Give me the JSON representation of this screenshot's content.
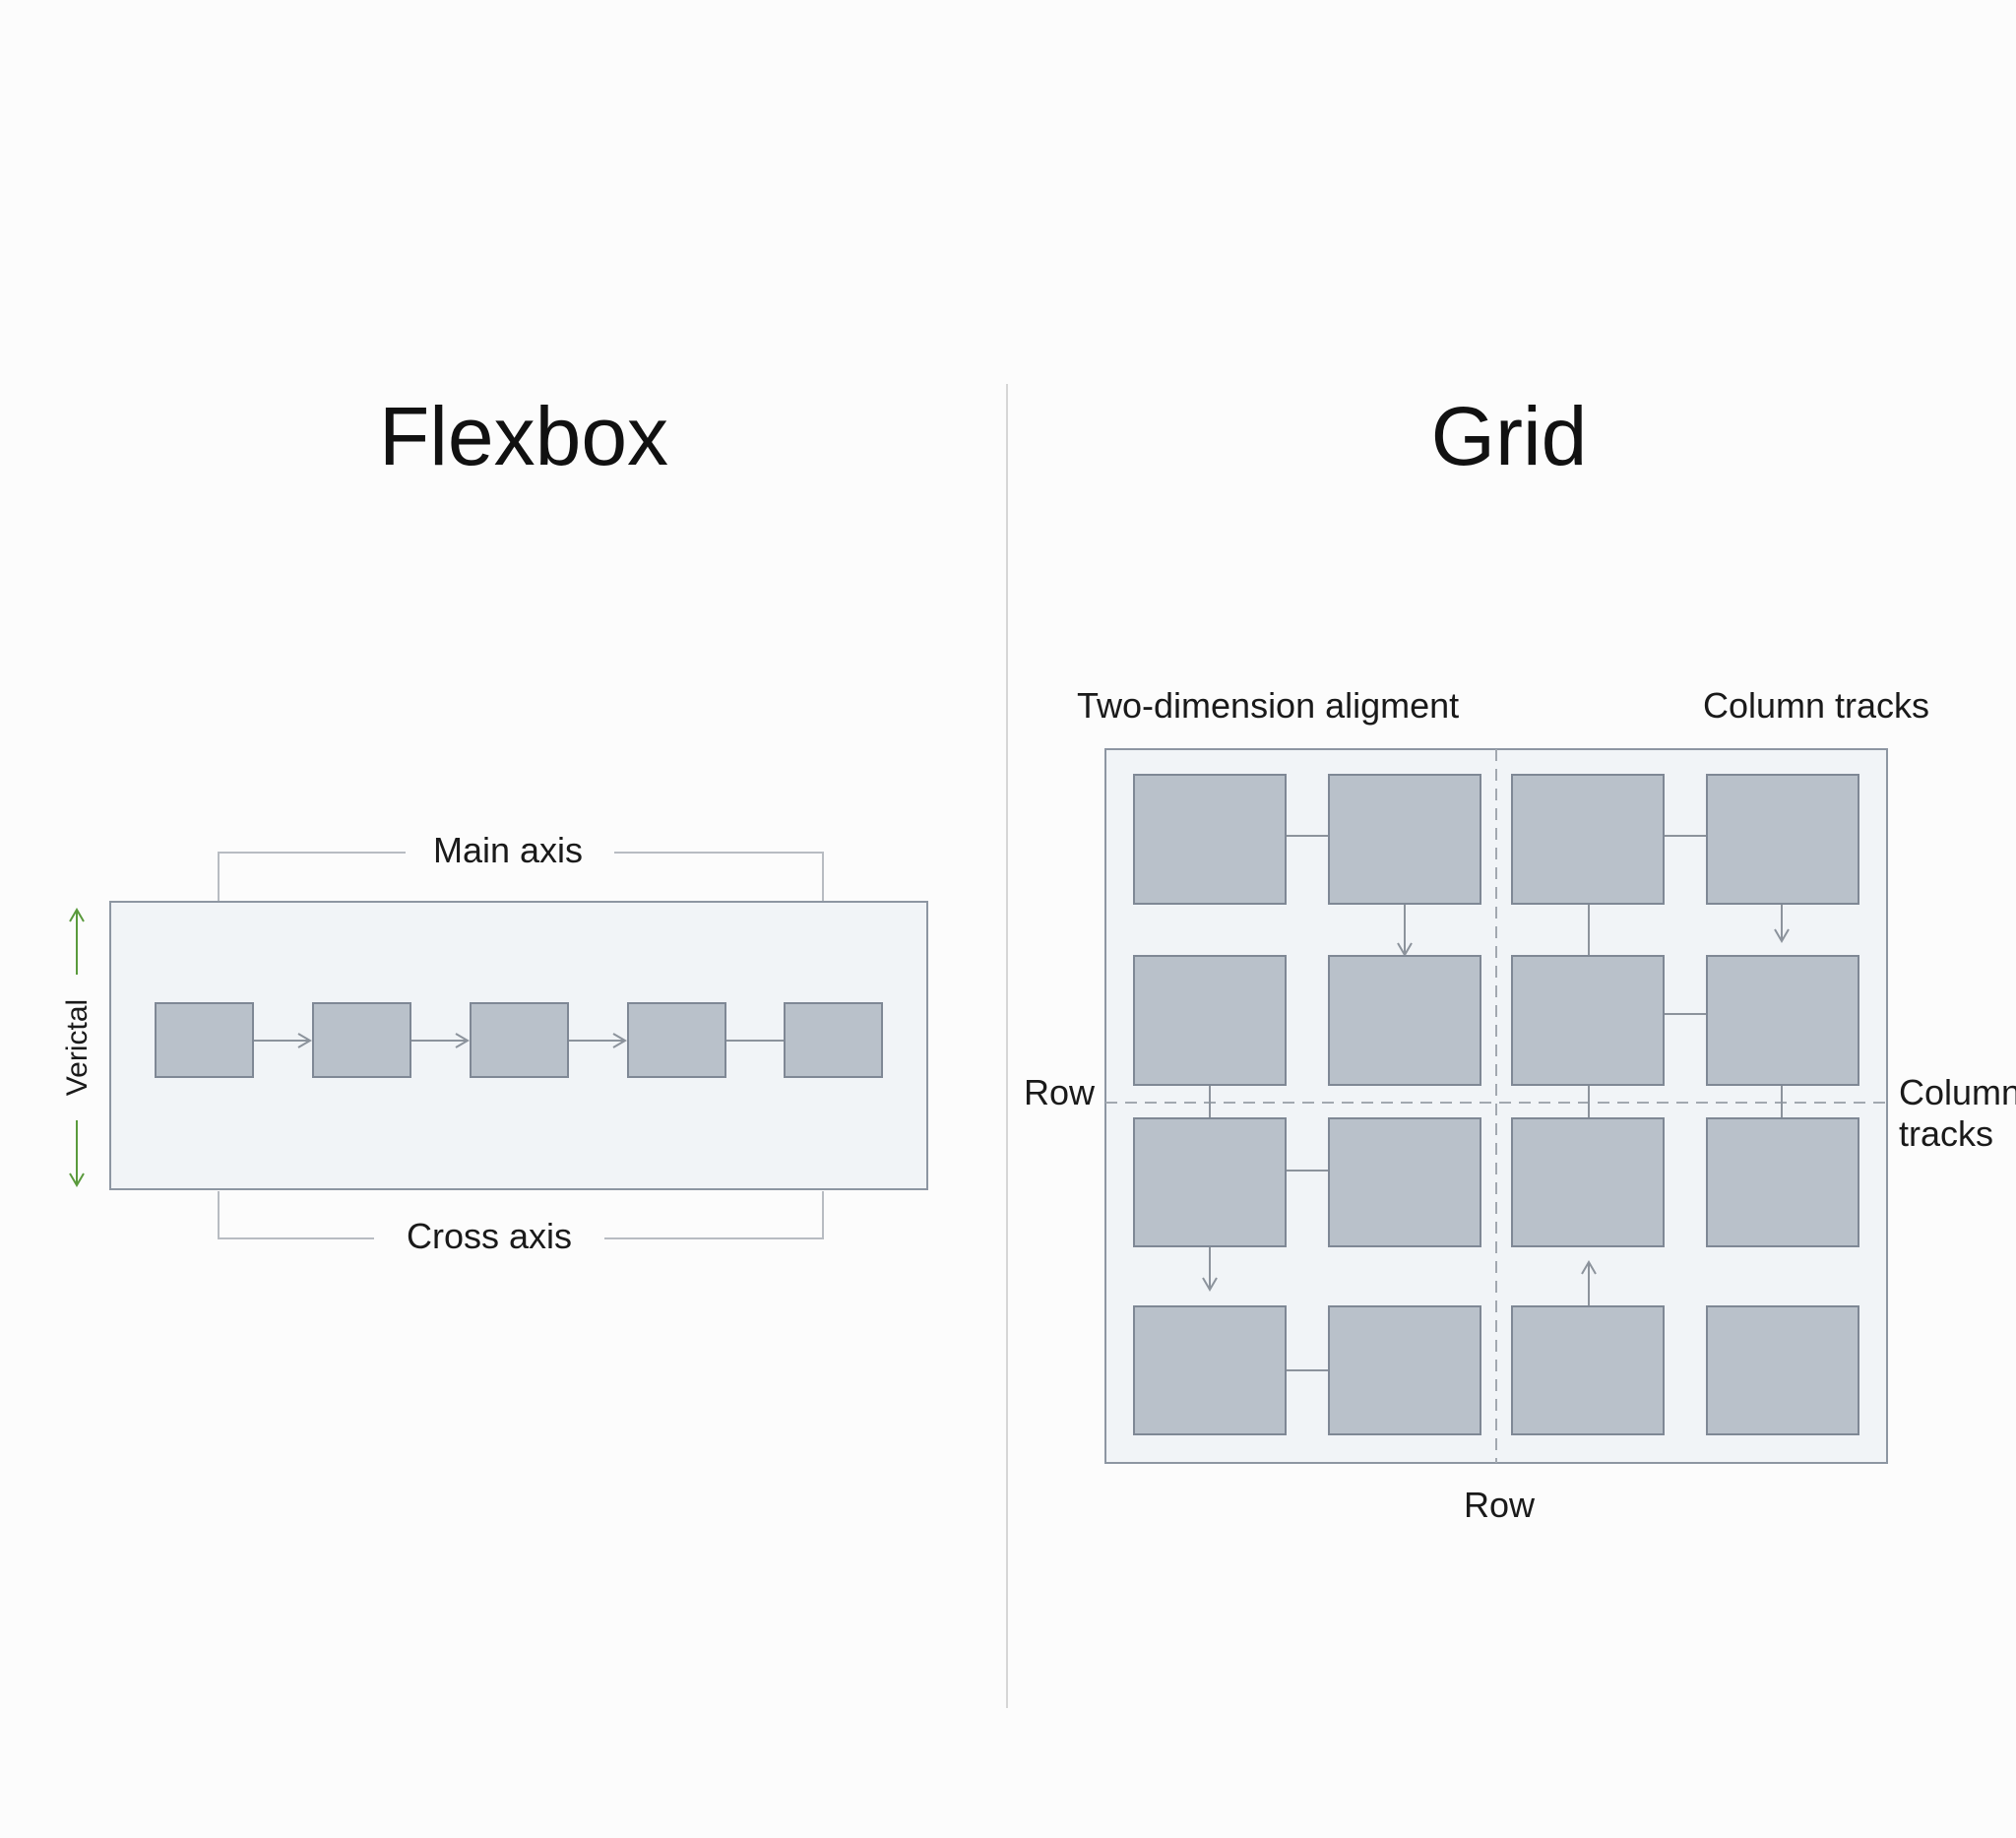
{
  "flexbox": {
    "title": "Flexbox",
    "main_axis_label": "Main axis",
    "cross_axis_label": "Cross axis",
    "vertical_label": "Verictal"
  },
  "grid": {
    "title": "Grid",
    "two_dimension_label": "Two-dimension aligment",
    "column_tracks_top_label": "Column tracks",
    "row_left_label": "Row",
    "column_tracks_right_line1": "Column",
    "column_tracks_right_line2": "tracks",
    "row_bottom_label": "Row"
  },
  "colors": {
    "box_fill": "#b9c1ca",
    "container_fill": "#f1f4f7",
    "vertical_arrow": "#5a9a3c",
    "divider": "#d6d6d6"
  }
}
